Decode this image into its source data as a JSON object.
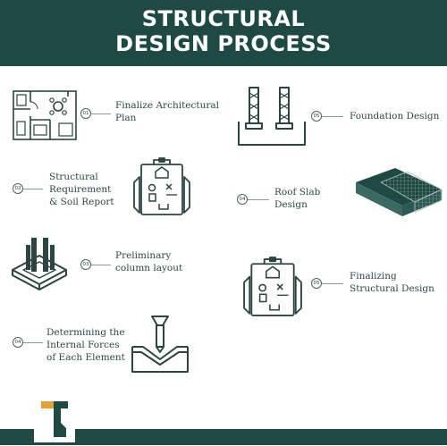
{
  "header": {
    "title_line1": "STRUCTURAL",
    "title_line2": "DESIGN PROCESS"
  },
  "colors": {
    "primary": "#1f4a43",
    "accent": "#e79f36",
    "line": "#2c4541",
    "text": "#2b4844"
  },
  "steps": [
    {
      "number": "01",
      "line1": "Finalize Architectural",
      "line2": "Plan",
      "icon": "floor-plan-icon"
    },
    {
      "number": "02",
      "line1": "Structural",
      "line2": "Requirement",
      "line3": "& Soil Report",
      "icon": "clipboard-icon"
    },
    {
      "number": "03",
      "line1": "Preliminary",
      "line2": "column layout",
      "icon": "column-layout-icon"
    },
    {
      "number": "04",
      "line1": "Determining the",
      "line2": "Internal Forces",
      "line3": "of Each Element",
      "icon": "load-force-icon"
    },
    {
      "number": "04",
      "line1": "Roof Slab",
      "line2": "Design",
      "icon": "roof-slab-icon"
    },
    {
      "number": "05",
      "line1": "Foundation Design",
      "icon": "foundation-icon"
    },
    {
      "number": "05",
      "line1": "Finalizing",
      "line2": "Structural Design",
      "icon": "clipboard-icon"
    }
  ],
  "logo": {
    "icon": "brand-logo-icon"
  }
}
